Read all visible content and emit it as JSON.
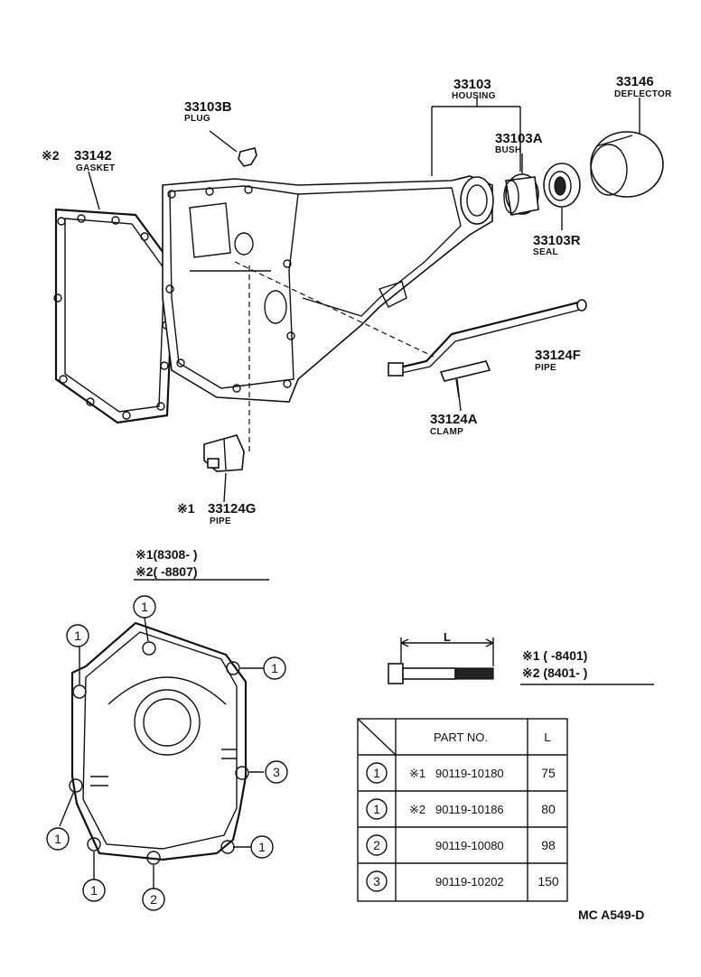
{
  "labels": {
    "housing": {
      "number": "33103",
      "name": "HOUSING"
    },
    "deflector": {
      "number": "33146",
      "name": "DEFLECTOR"
    },
    "plug": {
      "number": "33103B",
      "name": "PLUG"
    },
    "gasket": {
      "mark": "※2",
      "number": "33142",
      "name": "GASKET"
    },
    "bush": {
      "number": "33103A",
      "name": "BUSH"
    },
    "seal": {
      "number": "33103R",
      "name": "SEAL"
    },
    "pipe_f": {
      "number": "33124F",
      "name": "PIPE"
    },
    "clamp": {
      "number": "33124A",
      "name": "CLAMP"
    },
    "pipe_g": {
      "mark": "※1",
      "number": "33124G",
      "name": "PIPE"
    }
  },
  "notes_left": {
    "line1": "※1(8308-       )",
    "line2": "※2(       -8807)"
  },
  "notes_right": {
    "line1": "※1 (       -8401)",
    "line2": "※2 (8401-       )"
  },
  "bolt": {
    "dimension_label": "L"
  },
  "callouts": {
    "c1": "1",
    "c2": "2",
    "c3": "3"
  },
  "table": {
    "headers": {
      "part_no": "PART NO.",
      "length": "L"
    },
    "rows": [
      {
        "ref": "1",
        "mark": "※1",
        "part_no": "90119-10180",
        "length": "75"
      },
      {
        "ref": "1",
        "mark": "※2",
        "part_no": "90119-10186",
        "length": "80"
      },
      {
        "ref": "2",
        "mark": "",
        "part_no": "90119-10080",
        "length": "98"
      },
      {
        "ref": "3",
        "mark": "",
        "part_no": "90119-10202",
        "length": "150"
      }
    ]
  },
  "footer": {
    "code": "MC  A549-D"
  }
}
